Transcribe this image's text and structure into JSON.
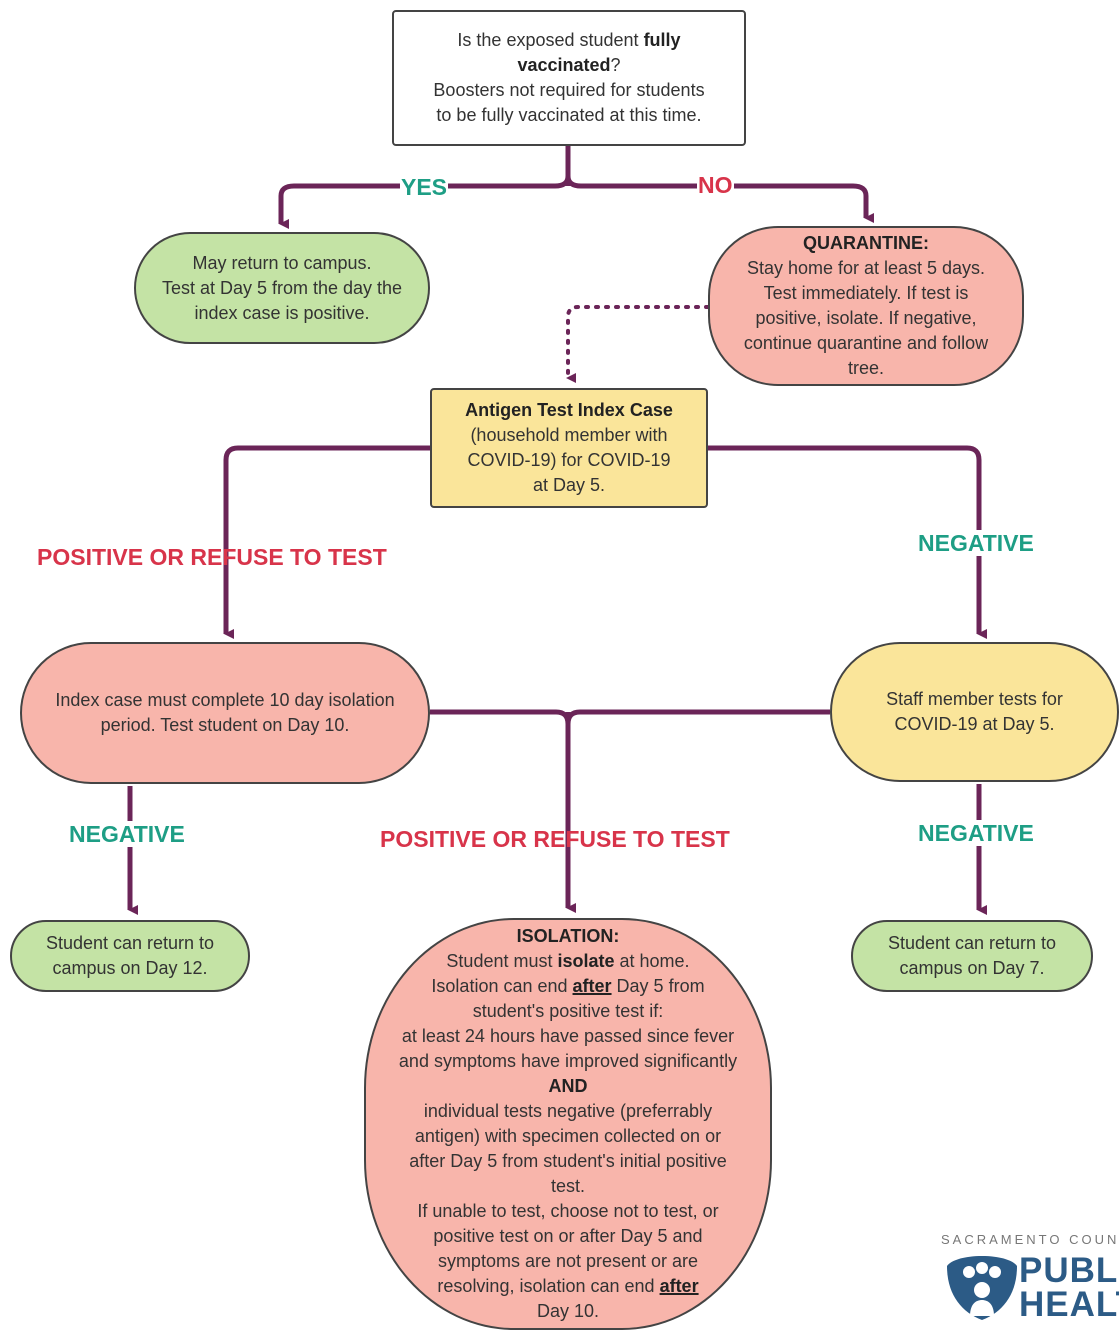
{
  "start": {
    "line1": "Is the exposed student ",
    "line1_bold": "fully",
    "line2_bold": "vaccinated",
    "line2": "?",
    "line3": "Boosters not required for students",
    "line4": "to be fully vaccinated at this time."
  },
  "labels": {
    "yes": "YES",
    "no": "NO",
    "positive_or_refuse_left": "POSITIVE OR REFUSE TO TEST",
    "negative_right": "NEGATIVE",
    "negative_left": "NEGATIVE",
    "positive_or_refuse_center": "POSITIVE OR REFUSE TO TEST",
    "negative_staff": "NEGATIVE"
  },
  "may_return": {
    "line1": "May return to campus.",
    "line2": "Test at Day 5 from the day the",
    "line3": "index case is positive."
  },
  "quarantine": {
    "title": "QUARANTINE:",
    "line1": "Stay home for at least 5 days.",
    "line2": "Test immediately.  If test is",
    "line3": "positive, isolate.  If negative,",
    "line4": "continue quarantine and follow",
    "line5": "tree."
  },
  "antigen": {
    "title": "Antigen Test Index Case",
    "line1": "(household member with",
    "line2": "COVID-19) for COVID-19",
    "line3": "at Day 5."
  },
  "index_isolation": {
    "line1": "Index case must complete 10 day isolation",
    "line2": "period.  Test student on Day 10."
  },
  "staff_test": {
    "line1": "Staff member tests for",
    "line2": "COVID-19 at Day 5."
  },
  "return_day12": {
    "line1": "Student can return to",
    "line2": "campus on Day 12."
  },
  "return_day7": {
    "line1": "Student can return to",
    "line2": "campus on Day 7."
  },
  "isolation": {
    "title": "ISOLATION:",
    "l1a": "Student must ",
    "l1b": "isolate",
    "l1c": " at home.",
    "l2a": "Isolation can end ",
    "l2b": "after",
    "l2c": " Day 5 from",
    "l3": "student's positive test if:",
    "l4": "at least 24 hours have passed since fever",
    "l5": "and symptoms have improved significantly",
    "and": "AND",
    "l6": "individual tests negative (preferrably",
    "l7": "antigen) with specimen collected on or",
    "l8": "after Day 5 from student's initial positive",
    "l9": "test.",
    "l10": "If unable to test, choose not to test, or",
    "l11": "positive test on or after Day 5 and",
    "l12": "symptoms are not present or are",
    "l13a": "resolving, isolation can end ",
    "l13b": "after",
    "l14": "Day 10."
  },
  "logo": {
    "county": "SACRAMENTO COUNTY",
    "word1": "PUBLIC",
    "word2": "HEALTH"
  },
  "colors": {
    "connector": "#6b2558",
    "green_fill": "#c4e3a5",
    "pink_fill": "#f8b5ab",
    "yellow_fill": "#fae59a",
    "yes_text": "#1e9e85",
    "no_text": "#d8344a"
  }
}
